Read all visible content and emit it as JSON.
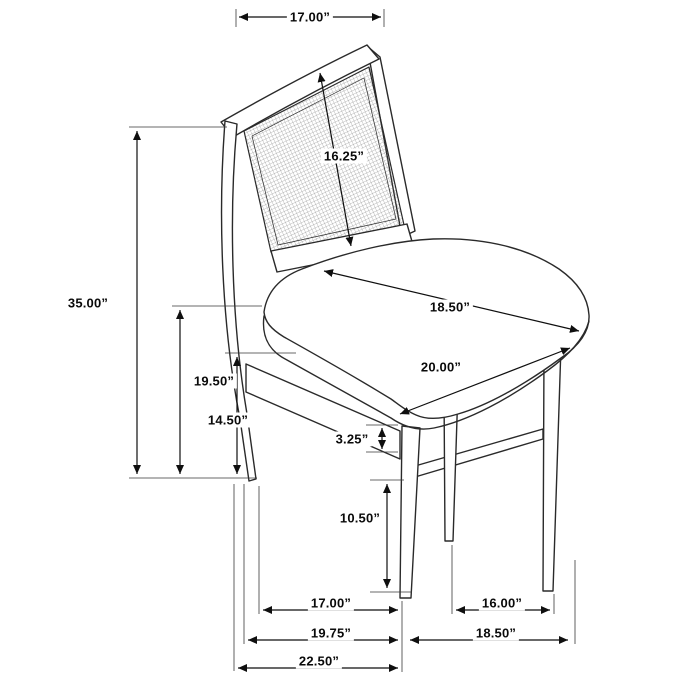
{
  "diagram": {
    "background": "#ffffff",
    "line_color": "#2a2a2a",
    "dimension_color": "#0f0f0f"
  },
  "dimensions": {
    "back_width": "17.00”",
    "back_panel_height": "16.25”",
    "overall_height": "35.00”",
    "seat_height": "19.50”",
    "apron_height": "14.50”",
    "seat_depth": "18.50”",
    "seat_width": "20.00”",
    "seat_thickness": "3.25”",
    "leg_clearance": "10.50”",
    "base_left_inner": "17.00”",
    "base_right_inner": "16.00”",
    "base_left_outer": "19.75”",
    "base_right_outer": "18.50”",
    "base_overall": "22.50”"
  }
}
